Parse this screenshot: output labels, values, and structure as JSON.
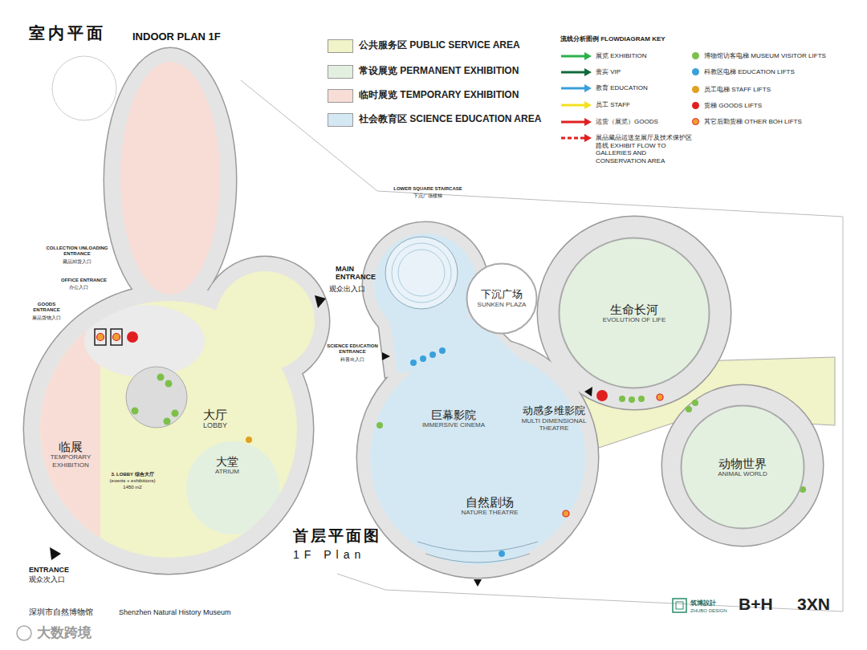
{
  "diagram": {
    "title": "室内平面",
    "caption": "首层平面图",
    "nodes": [
      {
        "text": [
          "临展",
          "TEMPORARY EXHIBITION"
        ]
      },
      {
        "text": [
          "大厅",
          "LOBBY"
        ]
      },
      {
        "text": [
          "大堂",
          "ATRIUM"
        ]
      },
      {
        "text": [
          "下沉广场",
          "SUNKEN PLAZA"
        ]
      },
      {
        "text": [
          "生命长河",
          "EVOLUTION OF LIFE"
        ]
      },
      {
        "text": [
          "巨幕影院",
          "IMMERSIVE CINEMA"
        ]
      },
      {
        "text": [
          "动感多维影院",
          "MULTI DIMENSIONAL THEATRE"
        ]
      },
      {
        "text": [
          "自然剧场",
          "NATURE THEATRE"
        ]
      },
      {
        "text": [
          "动物世界",
          "ANIMAL WORLD"
        ]
      }
    ],
    "labels": [
      "INDOOR PLAN 1F",
      "流线分析图例 FLOWDIAGRAM KEY",
      "COLLECTION UNLOADING ENTRANCE",
      "藏品卸货入口",
      "OFFICE ENTRANCE",
      "办公入口",
      "GOODS ENTRANCE",
      "展品货物入口",
      "MAIN ENTRANCE",
      "观众出入口",
      "SCIENCE EDUCATION ENTRANCE",
      "科普出入口",
      "LOWER SQUARE STAIRCASE",
      "下沉广场楼梯",
      "3. LOBBY 综合大厅",
      "(events + exhibitions)",
      "1450 m2",
      "ENTRANCE",
      "观众次入口",
      "1F Plan",
      "深圳市自然博物馆",
      "Shenzhen Natural History Museum",
      "筑博設計",
      "ZHUBO DESIGN",
      "B+H",
      "3XN",
      "大数跨境"
    ],
    "legend": [
      {
        "text": "公共服务区 PUBLIC SERVICE AREA",
        "color": "#f1f3c8"
      },
      {
        "text": "常设展览 PERMANENT EXHIBITION",
        "color": "#e3f0e0"
      },
      {
        "text": "临时展览 TEMPORARY EXHIBITION",
        "color": "#f7ddd6"
      },
      {
        "text": "社会教育区 SCIENCE EDUCATION AREA",
        "color": "#d4e8f3"
      },
      {
        "text": "展览 EXHIBITION"
      },
      {
        "text": "贵宾 VIP"
      },
      {
        "text": "教育 EDUCATION"
      },
      {
        "text": "员工 STAFF"
      },
      {
        "text": "运货（展览）GOODS"
      },
      {
        "text": "展品藏品运送至展厅及技术保护区路线 EXHIBIT FLOW TO GALLERIES AND CONSERVATION AREA"
      },
      {
        "text": "博物馆访客电梯 MUSEUM VISITOR LIFTS",
        "color": "#7cc04a"
      },
      {
        "text": "科教区电梯 EDUCATION LIFTS",
        "color": "#3aa0dc"
      },
      {
        "text": "员工电梯 STAFF LIFTS",
        "color": "#e0a020"
      },
      {
        "text": "货梯 GOODS LIFTS",
        "color": "#e02020"
      },
      {
        "text": "其它后勤货梯 OTHER BOH LIFTS",
        "color": "#f0a030"
      }
    ]
  }
}
